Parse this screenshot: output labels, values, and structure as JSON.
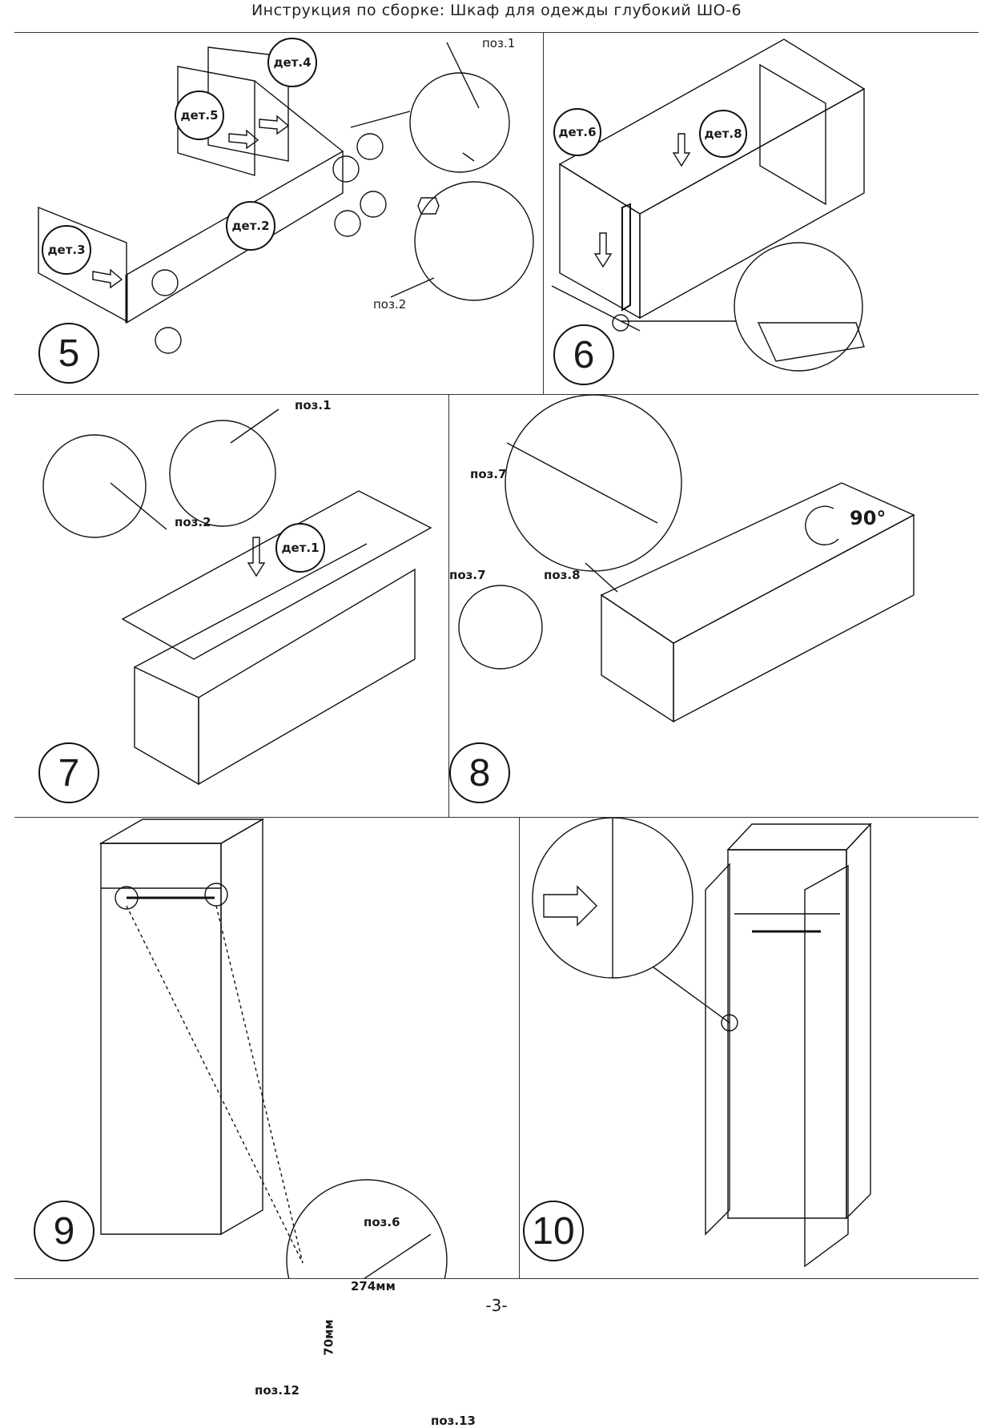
{
  "header": {
    "title": "Инструкция по сборке: Шкаф для одежды глубокий ШО-6"
  },
  "footer": {
    "page_number": "-3-"
  },
  "steps": [
    {
      "number": "5",
      "labels": {
        "det4": "дет.4",
        "det5": "дет.5",
        "det3": "дет.3",
        "det2": "дет.2",
        "poz1": "поз.1",
        "poz2": "поз.2"
      }
    },
    {
      "number": "6",
      "labels": {
        "det6": "дет.6",
        "det8": "дет.8"
      }
    },
    {
      "number": "7",
      "labels": {
        "poz1": "поз.1",
        "poz2": "поз.2",
        "det1": "дет.1"
      }
    },
    {
      "number": "8",
      "labels": {
        "poz7_top": "поз.7",
        "poz7": "поз.7",
        "poz8": "поз.8",
        "angle": "90°"
      }
    },
    {
      "number": "9",
      "labels": {
        "poz6": "поз.6",
        "dim_274": "274мм",
        "dim_70": "70мм",
        "poz12": "поз.12",
        "poz13": "поз.13"
      }
    },
    {
      "number": "10",
      "labels": {}
    }
  ]
}
